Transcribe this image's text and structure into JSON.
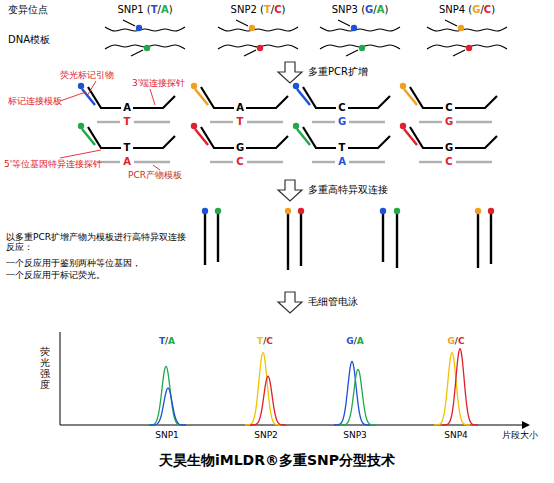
{
  "diagram": {
    "caption": "天昊生物iMLDR®多重SNP分型技术",
    "labels": [
      "变异位点",
      "DNA模板",
      "SNP1 (T/A)",
      "SNP2 (T/C)",
      "SNP3 (G/A)",
      "SNP4 (G/C)",
      "多重PCR扩增",
      "荧光标记引物",
      "3'端连接探针",
      "标记连接模板",
      "5'等位基因特异连接探针",
      "PCR产物模板",
      "A",
      "T",
      "T",
      "A",
      "A",
      "T",
      "G",
      "C",
      "C",
      "G",
      "T",
      "A",
      "C",
      "G",
      "G",
      "C",
      "多重高特异双连接",
      "以多重PCR扩增产物为模板进行高特异双连接反应：",
      "一个反应用于鉴别两种等位基因，",
      "一个反应用于标记荧光。",
      "毛细管电泳",
      "荧光强度",
      "T/A",
      "T/C",
      "G/A",
      "G/C",
      "SNP1",
      "SNP2",
      "SNP3",
      "SNP4",
      "片段大小"
    ]
  }
}
